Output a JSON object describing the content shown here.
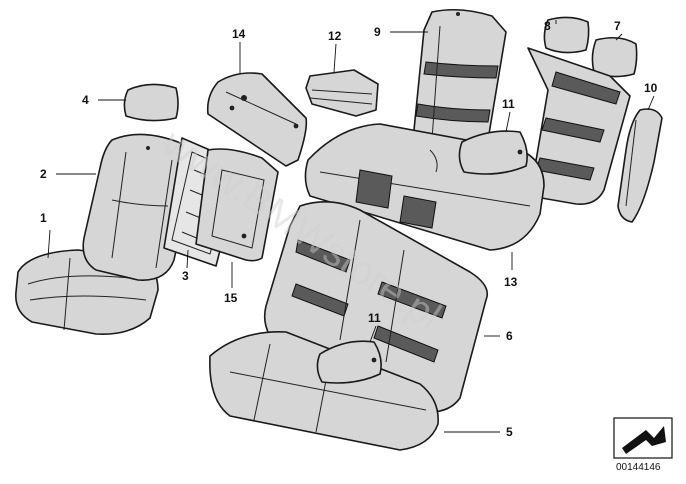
{
  "diagram": {
    "watermark": "www.BMWstore.pl",
    "reference_number": "00144146",
    "callouts": [
      {
        "id": "c1",
        "label": "1"
      },
      {
        "id": "c2",
        "label": "2"
      },
      {
        "id": "c3",
        "label": "3"
      },
      {
        "id": "c4",
        "label": "4"
      },
      {
        "id": "c5",
        "label": "5"
      },
      {
        "id": "c6",
        "label": "6"
      },
      {
        "id": "c7",
        "label": "7"
      },
      {
        "id": "c8",
        "label": "8"
      },
      {
        "id": "c9",
        "label": "9"
      },
      {
        "id": "c10",
        "label": "10"
      },
      {
        "id": "c11a",
        "label": "11"
      },
      {
        "id": "c11b",
        "label": "11"
      },
      {
        "id": "c12",
        "label": "12"
      },
      {
        "id": "c13",
        "label": "13"
      },
      {
        "id": "c14",
        "label": "14"
      },
      {
        "id": "c15",
        "label": "15"
      }
    ]
  }
}
